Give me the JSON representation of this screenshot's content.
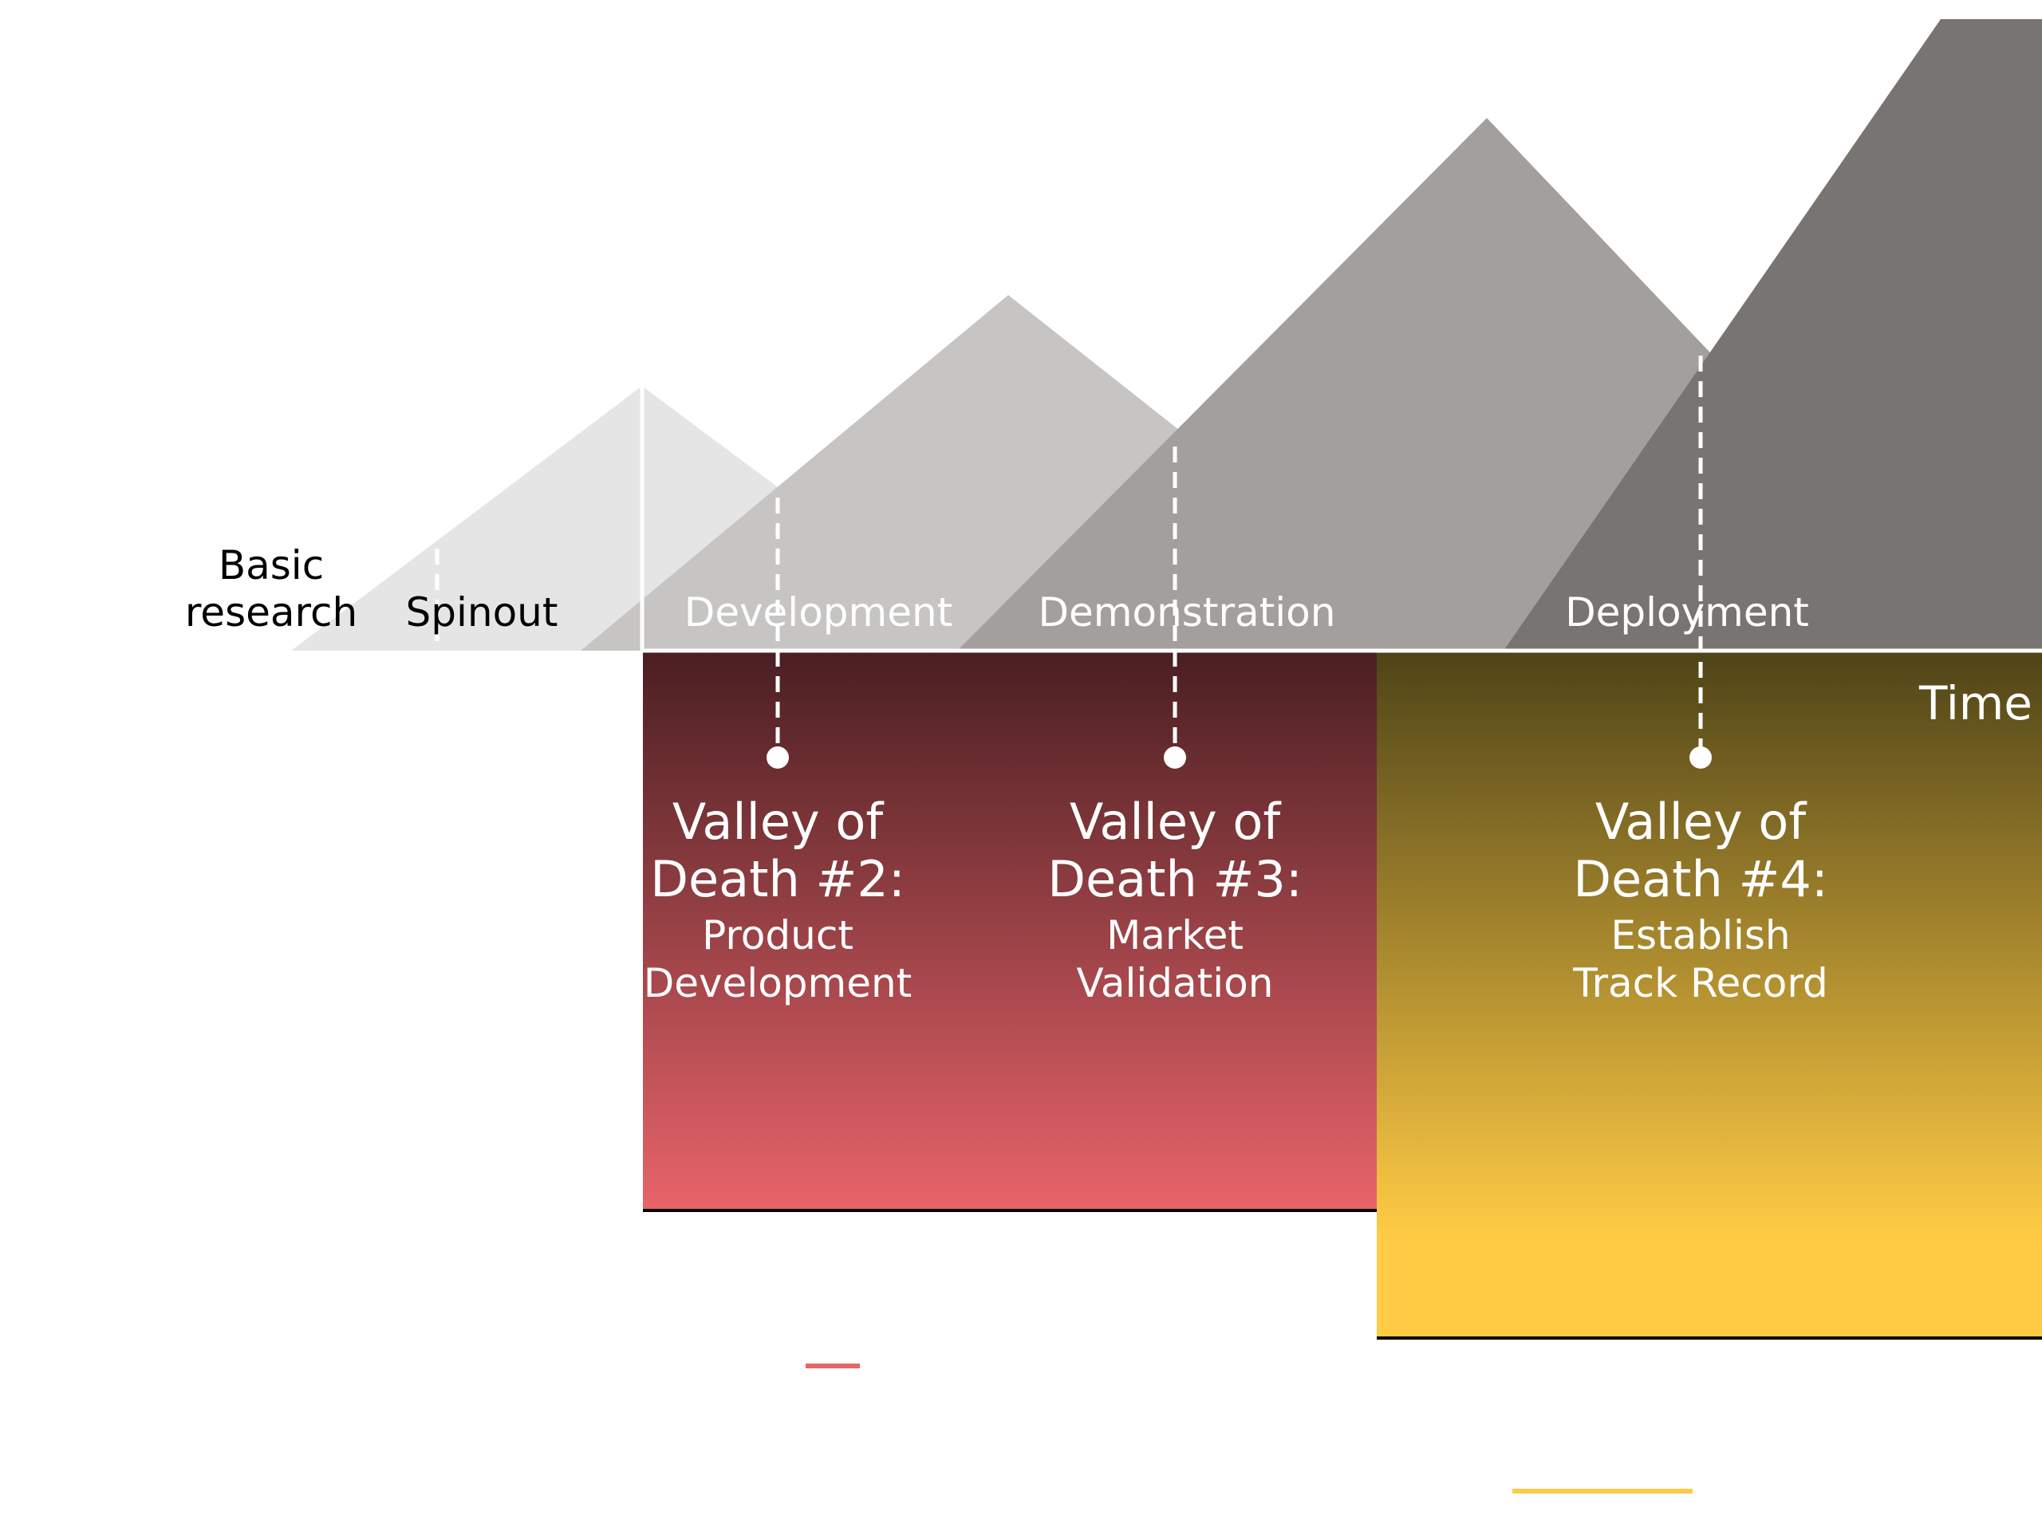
{
  "colors": {
    "peak1": "#e5e5e5",
    "peak2": "#c6c5c3",
    "peak3": "#a39f9d",
    "peak4": "#787472",
    "valley2_top": "#4a1f22",
    "valley2_bottom": "#e8646a",
    "valley4_top": "#4f4418",
    "valley4_bottom": "#ffcb44",
    "axis": "#ffffff",
    "dark_text": "#000000",
    "light_text": "#ffffff"
  },
  "stages": {
    "basic_line1": "Basic",
    "basic_line2": "research",
    "spinout": "Spinout",
    "development": "Development",
    "demonstration": "Demonstration",
    "deployment": "Deployment"
  },
  "axis_label": "Time",
  "valleys": [
    {
      "title_line1": "Valley of",
      "title_line2": "Death #2:",
      "sub_line1": "Product",
      "sub_line2": "Development"
    },
    {
      "title_line1": "Valley of",
      "title_line2": "Death #3:",
      "sub_line1": "Market",
      "sub_line2": "Validation"
    },
    {
      "title_line1": "Valley of",
      "title_line2": "Death #4:",
      "sub_line1": "Establish",
      "sub_line2": "Track Record"
    }
  ]
}
